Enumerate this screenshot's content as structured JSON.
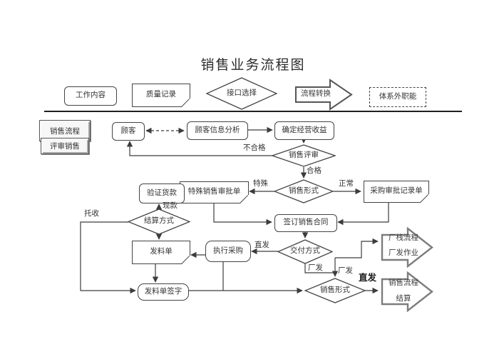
{
  "title": "销售业务流程图",
  "legend": {
    "work_content": "工作内容",
    "quality_record": "质量记录",
    "interface_select": "接口选择",
    "process_transfer": "流程转换",
    "external_function": "体系外职能"
  },
  "sidebar": {
    "box1": "销售流程",
    "box2": "评审销售"
  },
  "nodes": {
    "customer": "顾客",
    "customer_info_analysis": "顾客信息分析",
    "determine_revenue": "确定经营收益",
    "sales_review": "销售评审",
    "sales_form_mid": "销售形式",
    "special_sales_approval": "特殊销售审批单",
    "verify_payment": "验证货款",
    "purchase_approval_record": "采购审批记录单",
    "settlement_method": "结算方式",
    "sign_contract": "签订销售合同",
    "material_form": "发料单",
    "execute_purchase": "执行采购",
    "delivery_method": "交付方式",
    "material_form_sign": "发料单签字",
    "sales_form_bottom": "销售形式"
  },
  "edge_labels": {
    "unqualified": "不合格",
    "qualified": "合格",
    "special": "特殊",
    "normal": "正常",
    "cash": "现款",
    "collection": "托收",
    "direct1": "直发",
    "factory1": "厂发",
    "factory2": "厂发",
    "direct2": "直发"
  },
  "big_arrows": {
    "upper": [
      "厂栈流程",
      "厂发作业"
    ],
    "lower": [
      "销售流程",
      "结算"
    ]
  },
  "colors": {
    "line": "#3c3c3c",
    "big_arrow_outline": "#7d7d7d",
    "background": "#ffffff"
  }
}
